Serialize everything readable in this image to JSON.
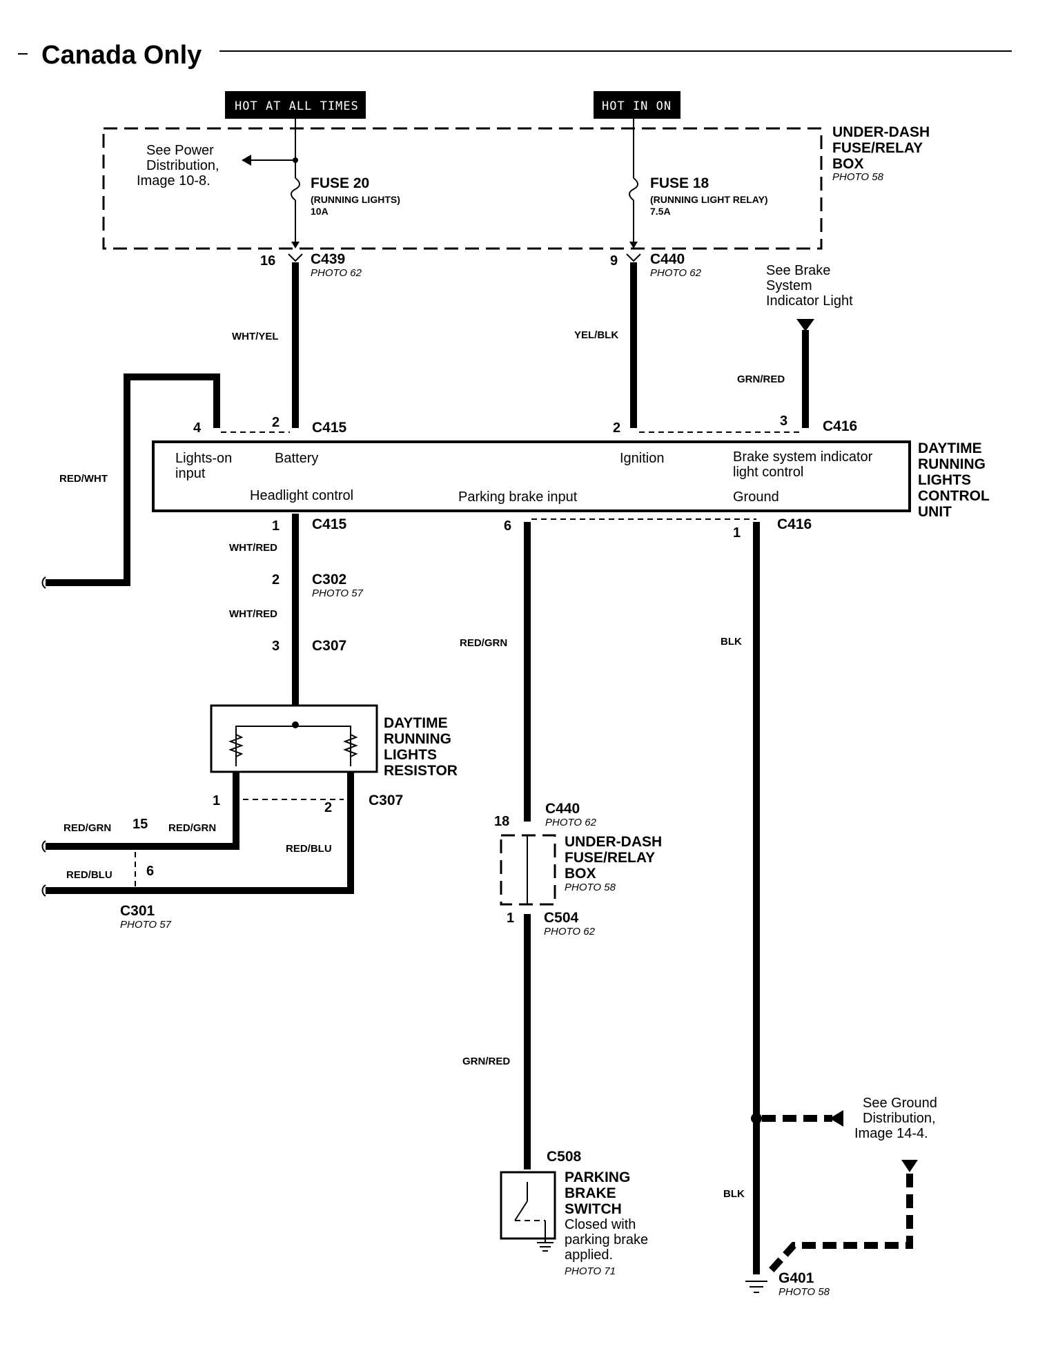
{
  "title": "Canada Only",
  "tags": {
    "hot_at_all_times": "HOT AT ALL TIMES",
    "hot_in_on": "HOT IN ON"
  },
  "under_dash_box": {
    "line1": "UNDER-DASH",
    "line2": "FUSE/RELAY",
    "line3": "BOX",
    "photo": "PHOTO 58"
  },
  "see_power": {
    "line1": "See Power",
    "line2": "Distribution,",
    "line3": "Image 10-8."
  },
  "fuse20": {
    "name": "FUSE 20",
    "desc": "(RUNNING LIGHTS)",
    "rating": "10A"
  },
  "fuse18": {
    "name": "FUSE 18",
    "desc": "(RUNNING LIGHT RELAY)",
    "rating": "7.5A"
  },
  "c439": {
    "pin": "16",
    "name": "C439",
    "photo": "PHOTO 62"
  },
  "c440_top": {
    "pin": "9",
    "name": "C440",
    "photo": "PHOTO 62"
  },
  "see_brake": {
    "line1": "See Brake",
    "line2": "System",
    "line3": "Indicator Light"
  },
  "wires": {
    "wht_yel": "WHT/YEL",
    "yel_blk": "YEL/BLK",
    "grn_red_top": "GRN/RED",
    "red_wht": "RED/WHT",
    "wht_red_1": "WHT/RED",
    "wht_red_2": "WHT/RED",
    "red_grn_mid": "RED/GRN",
    "blk_mid": "BLK",
    "red_grn_left": "RED/GRN",
    "red_grn_left2": "RED/GRN",
    "red_blu_right": "RED/BLU",
    "red_blu_left": "RED/BLU",
    "grn_red_bottom": "GRN/RED",
    "blk_bottom": "BLK"
  },
  "c415_top": {
    "pin_left": "4",
    "pin_right": "2",
    "name": "C415"
  },
  "c416_top": {
    "pin_left": "2",
    "pin_right": "3",
    "name": "C416"
  },
  "control_unit": {
    "lights_on": "Lights-on",
    "input": "input",
    "battery": "Battery",
    "ignition": "Ignition",
    "brake_ind_1": "Brake system indicator",
    "brake_ind_2": "light control",
    "headlight": "Headlight control",
    "parking_brake": "Parking brake input",
    "ground": "Ground",
    "label1": "DAYTIME",
    "label2": "RUNNING",
    "label3": "LIGHTS",
    "label4": "CONTROL",
    "label5": "UNIT"
  },
  "c415_bot": {
    "pin": "1",
    "name": "C415"
  },
  "c416_bot": {
    "pin_left": "6",
    "pin_right": "1",
    "name": "C416"
  },
  "c302": {
    "pin": "2",
    "name": "C302",
    "photo": "PHOTO 57"
  },
  "c307_top": {
    "pin": "3",
    "name": "C307"
  },
  "resistor": {
    "line1": "DAYTIME",
    "line2": "RUNNING",
    "line3": "LIGHTS",
    "line4": "RESISTOR"
  },
  "c307_bot": {
    "pin_left": "1",
    "pin_right": "2",
    "name": "C307"
  },
  "c301": {
    "pin_top": "15",
    "pin_bot": "6",
    "name": "C301",
    "photo": "PHOTO 57"
  },
  "c440_bot": {
    "pin": "18",
    "name": "C440",
    "photo": "PHOTO 62"
  },
  "under_dash_box_2": {
    "line1": "UNDER-DASH",
    "line2": "FUSE/RELAY",
    "line3": "BOX",
    "photo": "PHOTO 58"
  },
  "c504": {
    "pin": "1",
    "name": "C504",
    "photo": "PHOTO 62"
  },
  "c508": {
    "name": "C508"
  },
  "parking_switch": {
    "line1": "PARKING",
    "line2": "BRAKE",
    "line3": "SWITCH",
    "desc1": "Closed with",
    "desc2": "parking brake",
    "desc3": "applied.",
    "photo": "PHOTO 71"
  },
  "see_ground": {
    "line1": "See Ground",
    "line2": "Distribution,",
    "line3": "Image 14-4."
  },
  "g401": {
    "name": "G401",
    "photo": "PHOTO 58"
  }
}
